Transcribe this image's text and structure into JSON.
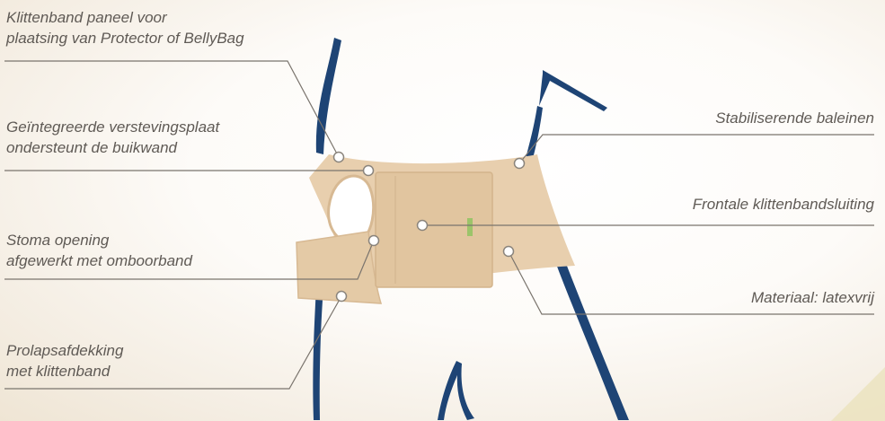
{
  "callouts": {
    "klittenband_paneel": {
      "line1": "Klittenband paneel voor",
      "line2": "plaatsing van Protector of BellyBag"
    },
    "verstevingsplaat": {
      "line1": "Geïntegreerde verstevingsplaat",
      "line2": "ondersteunt de buikwand"
    },
    "stoma_opening": {
      "line1": "Stoma opening",
      "line2": "afgewerkt met omboorband"
    },
    "prolapsafdekking": {
      "line1": "Prolapsafdekking",
      "line2": "met klittenband"
    },
    "baleinen": {
      "line1": "Stabiliserende baleinen"
    },
    "sluiting": {
      "line1": "Frontale klittenbandsluiting"
    },
    "materiaal": {
      "line1": "Materiaal: latexvrij"
    }
  },
  "colors": {
    "outline": "#1e4475",
    "belt": "#e8cfae",
    "belt_shade": "#d7b993",
    "leader_line": "#7a746d",
    "text": "#5f5a55"
  }
}
